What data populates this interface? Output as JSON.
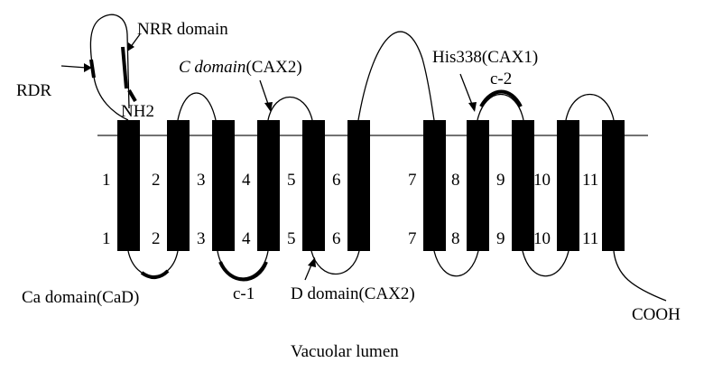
{
  "membrane_segments": [
    "1",
    "2",
    "3",
    "4",
    "5",
    "6",
    "7",
    "8",
    "9",
    "10",
    "11"
  ],
  "labels": {
    "nrr_domain": "NRR domain",
    "rdr": "RDR",
    "nh2": "NH2",
    "c_domain_italic": "C domain",
    "c_domain_suffix": "(CAX2)",
    "his338": "His338(CAX1)",
    "c2": "c-2",
    "c1": "c-1",
    "ca_domain": "Ca domain(CaD)",
    "d_domain": "D domain(CAX2)",
    "cooh": "COOH",
    "vacuolar_lumen": "Vacuolar lumen"
  },
  "colors": {
    "stroke": "#000000",
    "background": "#ffffff"
  }
}
